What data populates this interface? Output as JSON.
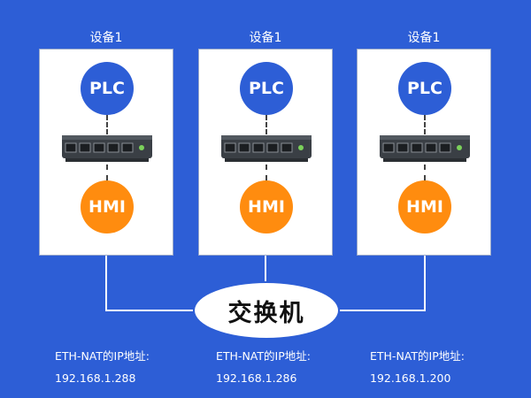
{
  "devices": [
    {
      "label": "设备1",
      "plc": "PLC",
      "hmi": "HMI",
      "ip_label": "ETH-NAT的IP地址:",
      "ip": "192.168.1.288"
    },
    {
      "label": "设备1",
      "plc": "PLC",
      "hmi": "HMI",
      "ip_label": "ETH-NAT的IP地址:",
      "ip": "192.168.1.286"
    },
    {
      "label": "设备1",
      "plc": "PLC",
      "hmi": "HMI",
      "ip_label": "ETH-NAT的IP地址:",
      "ip": "192.168.1.200"
    }
  ],
  "hub": {
    "label": "交换机"
  },
  "colors": {
    "background": "#2d5ed6",
    "plc": "#2d5ed6",
    "hmi": "#ff8c0f",
    "box": "#ffffff"
  },
  "icons": {
    "switch": "network-switch-icon"
  }
}
